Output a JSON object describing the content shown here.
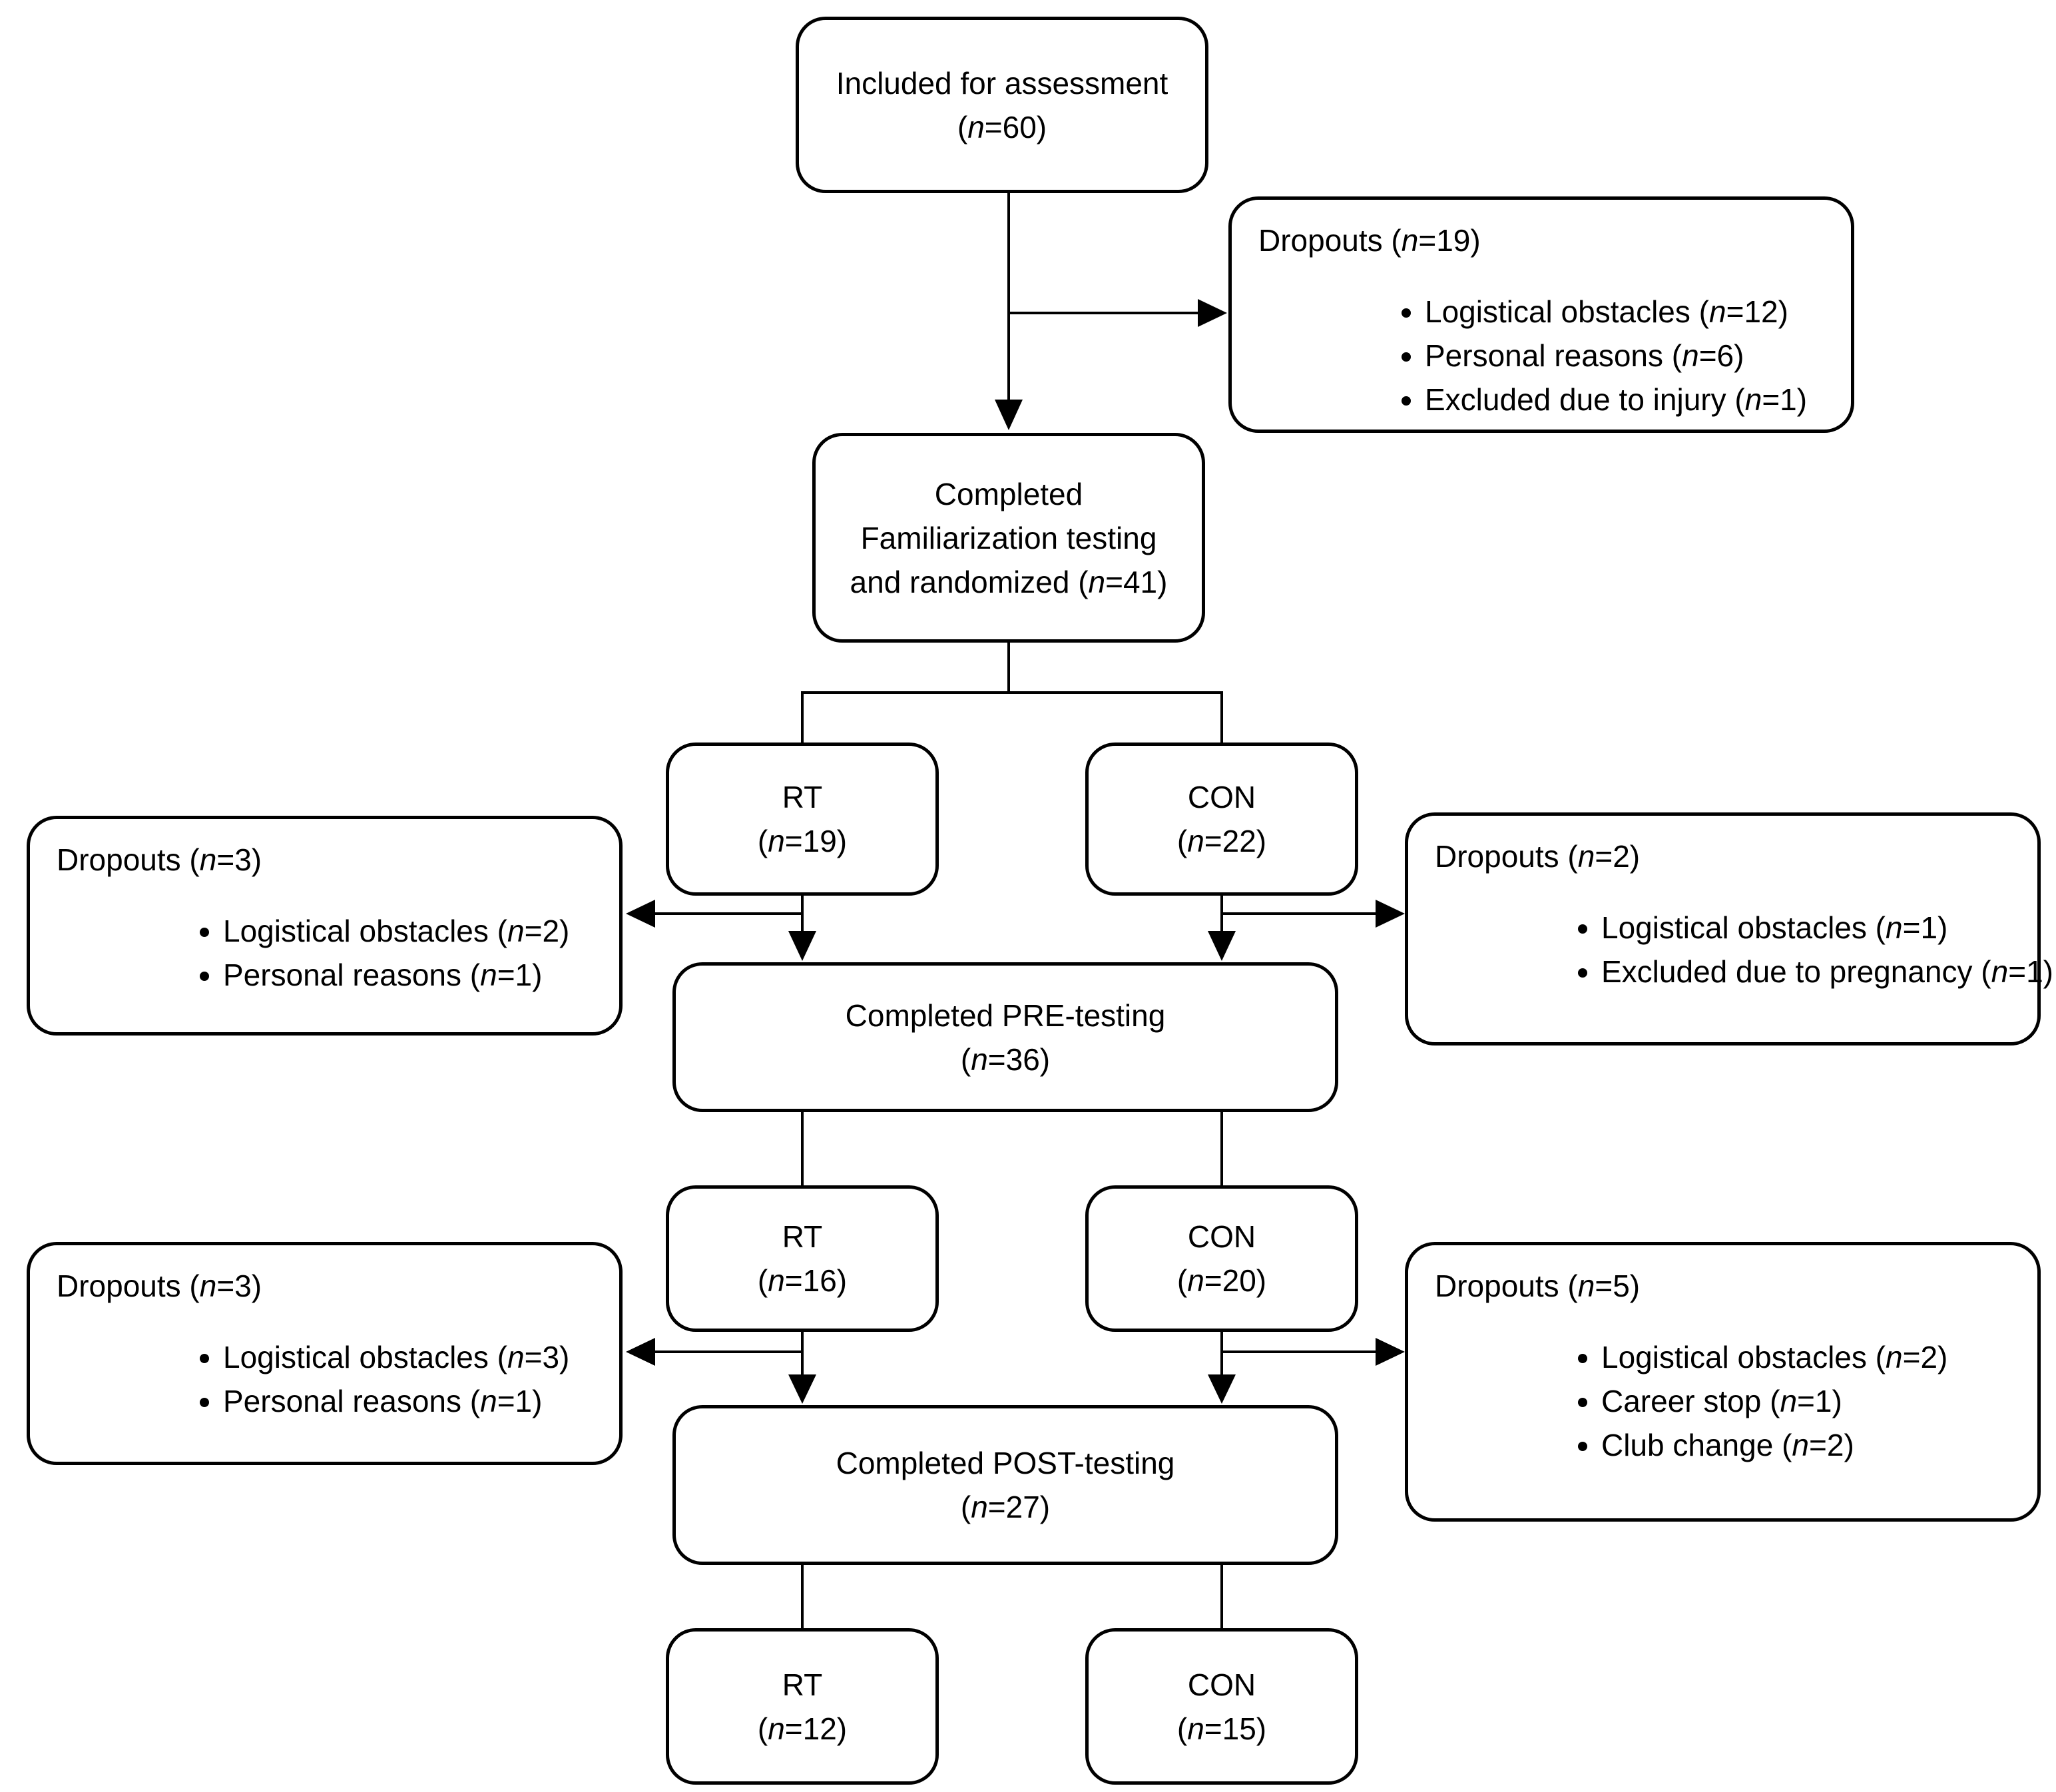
{
  "figure": {
    "background_color": "#ffffff",
    "line_color": "#000000",
    "description": "Participant flow diagram"
  },
  "flow": {
    "included": {
      "lines": [
        "Included for assessment",
        "(n=60)"
      ]
    },
    "dropouts_assessment": {
      "title": "Dropouts (n=19)",
      "items": [
        "Logistical obstacles (n=12)",
        "Personal reasons (n=6)",
        "Excluded due to injury (n=1)"
      ]
    },
    "familiarization": {
      "lines": [
        "Completed",
        "Familiarization testing",
        "and randomized (n=41)"
      ]
    },
    "rt1": {
      "lines": [
        "RT",
        "(n=19)"
      ]
    },
    "con1": {
      "lines": [
        "CON",
        "(n=22)"
      ]
    },
    "dropouts_rt1": {
      "title": "Dropouts (n=3)",
      "items": [
        "Logistical obstacles (n=2)",
        "Personal reasons (n=1)"
      ]
    },
    "dropouts_con1": {
      "title": "Dropouts (n=2)",
      "items": [
        "Logistical obstacles (n=1)",
        "Excluded due to pregnancy (n=1)"
      ]
    },
    "pre": {
      "lines": [
        "Completed PRE-testing",
        "(n=36)"
      ]
    },
    "rt2": {
      "lines": [
        "RT",
        "(n=16)"
      ]
    },
    "con2": {
      "lines": [
        "CON",
        "(n=20)"
      ]
    },
    "dropouts_rt2": {
      "title": "Dropouts (n=3)",
      "items": [
        "Logistical obstacles (n=3)",
        "Personal reasons (n=1)"
      ]
    },
    "dropouts_con2": {
      "title": "Dropouts (n=5)",
      "items": [
        "Logistical obstacles (n=2)",
        "Career stop (n=1)",
        "Club change (n=2)"
      ]
    },
    "post": {
      "lines": [
        "Completed POST-testing",
        "(n=27)"
      ]
    },
    "rt3": {
      "lines": [
        "RT",
        "(n=12)"
      ]
    },
    "con3": {
      "lines": [
        "CON",
        "(n=15)"
      ]
    }
  }
}
